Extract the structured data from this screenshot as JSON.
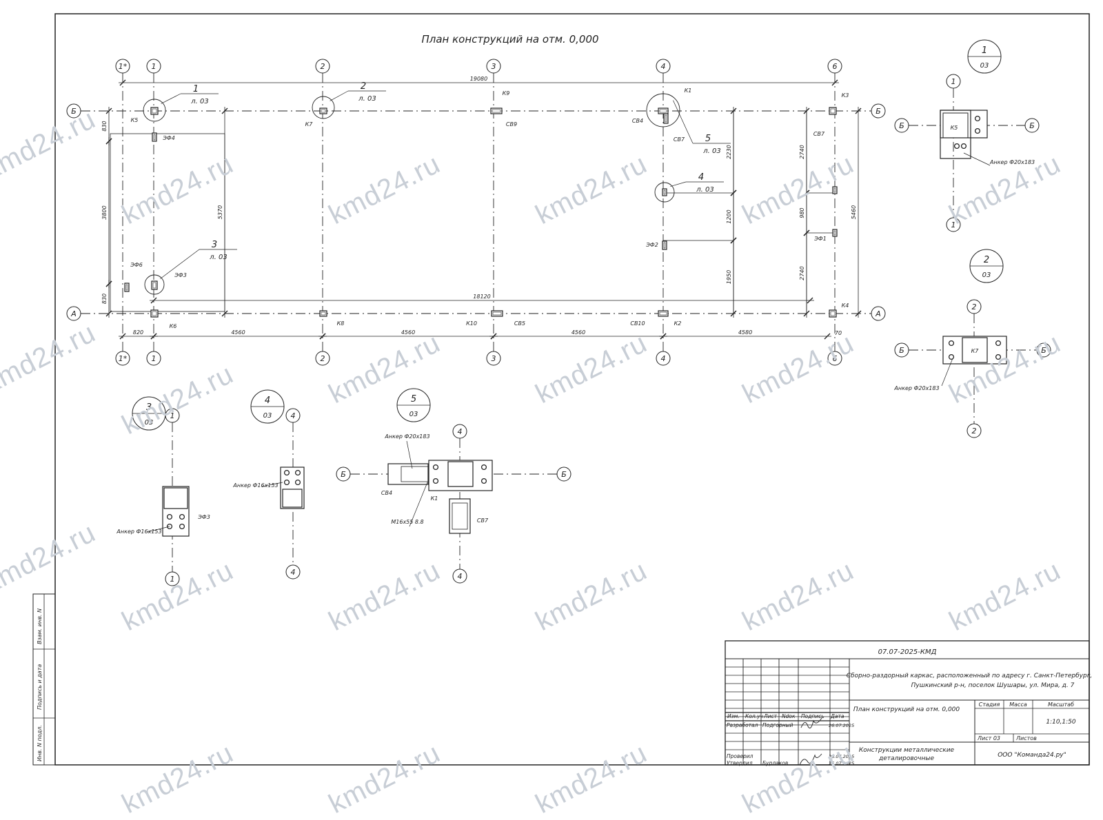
{
  "title": "План конструкций на отм. 0,000",
  "watermark": "kmd24.ru",
  "axes": {
    "cols": [
      "1*",
      "1",
      "2",
      "3",
      "4",
      "6"
    ],
    "rows": [
      "Б",
      "А"
    ]
  },
  "dims": {
    "top_total": "19080",
    "bottom_total": "18120",
    "bays": [
      "820",
      "4560",
      "4560",
      "4560",
      "4580",
      "70"
    ],
    "left": [
      "830",
      "3800",
      "830"
    ],
    "inner_left": "5370",
    "right_mid": [
      "2230",
      "1200",
      "1950"
    ],
    "right_outer": [
      "2740",
      "980",
      "2740"
    ],
    "right_total": "5460"
  },
  "marks": {
    "K1": "К1",
    "K2": "К2",
    "K3": "К3",
    "K4": "К4",
    "K5": "К5",
    "K6": "К6",
    "K7": "К7",
    "K8": "К8",
    "K9": "К9",
    "K10": "К10",
    "SV4": "СВ4",
    "SV5": "СВ5",
    "SV7": "СВ7",
    "SV9": "СВ9",
    "SV10": "СВ10",
    "EF1": "ЭФ1",
    "EF2": "ЭФ2",
    "EF3": "ЭФ3",
    "EF4": "ЭФ4",
    "EF6": "ЭФ6"
  },
  "callouts": [
    {
      "num": "1",
      "sheet": "л. 03"
    },
    {
      "num": "2",
      "sheet": "л. 03"
    },
    {
      "num": "3",
      "sheet": "л. 03"
    },
    {
      "num": "4",
      "sheet": "л. 03"
    },
    {
      "num": "5",
      "sheet": "л. 03"
    }
  ],
  "details": [
    {
      "num": "1",
      "sheet": "03",
      "anchor": "Анкер Ф20х183"
    },
    {
      "num": "2",
      "sheet": "03",
      "anchor": "Анкер Ф20х183"
    },
    {
      "num": "3",
      "sheet": "03",
      "anchor": "Анкер Ф16х153"
    },
    {
      "num": "4",
      "sheet": "03",
      "anchor": "Анкер Ф16х153"
    },
    {
      "num": "5",
      "sheet": "03",
      "anchor": "Анкер Ф20х183",
      "bolt": "М16х55 8.8"
    }
  ],
  "stamp": {
    "code": "07.07-2025-КМД",
    "project": "Сборно-раздорный каркас, расположенный по адресу г. Санкт-Петербург, Пушкинский р-н, поселок Шушары, ул. Мира, д. 7",
    "project_line1": "Сборно-раздорный каркас, расположенный по адресу г. Санкт-Петербург,",
    "project_line2": "Пушкинский р-н, поселок Шушары, ул. Мира, д. 7",
    "sheet_title": "План конструкций на отм. 0,000",
    "doc_title_line1": "Конструкции металлические",
    "doc_title_line2": "деталировочные",
    "company": "ООО \"Команда24.ру\"",
    "headers": [
      "Изм.",
      "Кол.уч",
      "Лист",
      "Ndок",
      "Подпись",
      "Дата"
    ],
    "stage_h": "Стадия",
    "mass_h": "Масса",
    "scale_h": "Масштаб",
    "scale": "1:10,1:50",
    "sheet": "Лист 03",
    "sheets": "Листов",
    "roles": [
      {
        "role": "Разработал",
        "name": "Подгорный",
        "date": "26.07.2025"
      },
      {
        "role": "Проверил",
        "name": "",
        "date": "26.07.2025"
      },
      {
        "role": "Утвердил",
        "name": "Бурлаков",
        "date": "26.07.2025"
      }
    ]
  },
  "side_stamp": [
    "Взам. инв. N",
    "Подпись и дата",
    "Инв. N подл."
  ]
}
